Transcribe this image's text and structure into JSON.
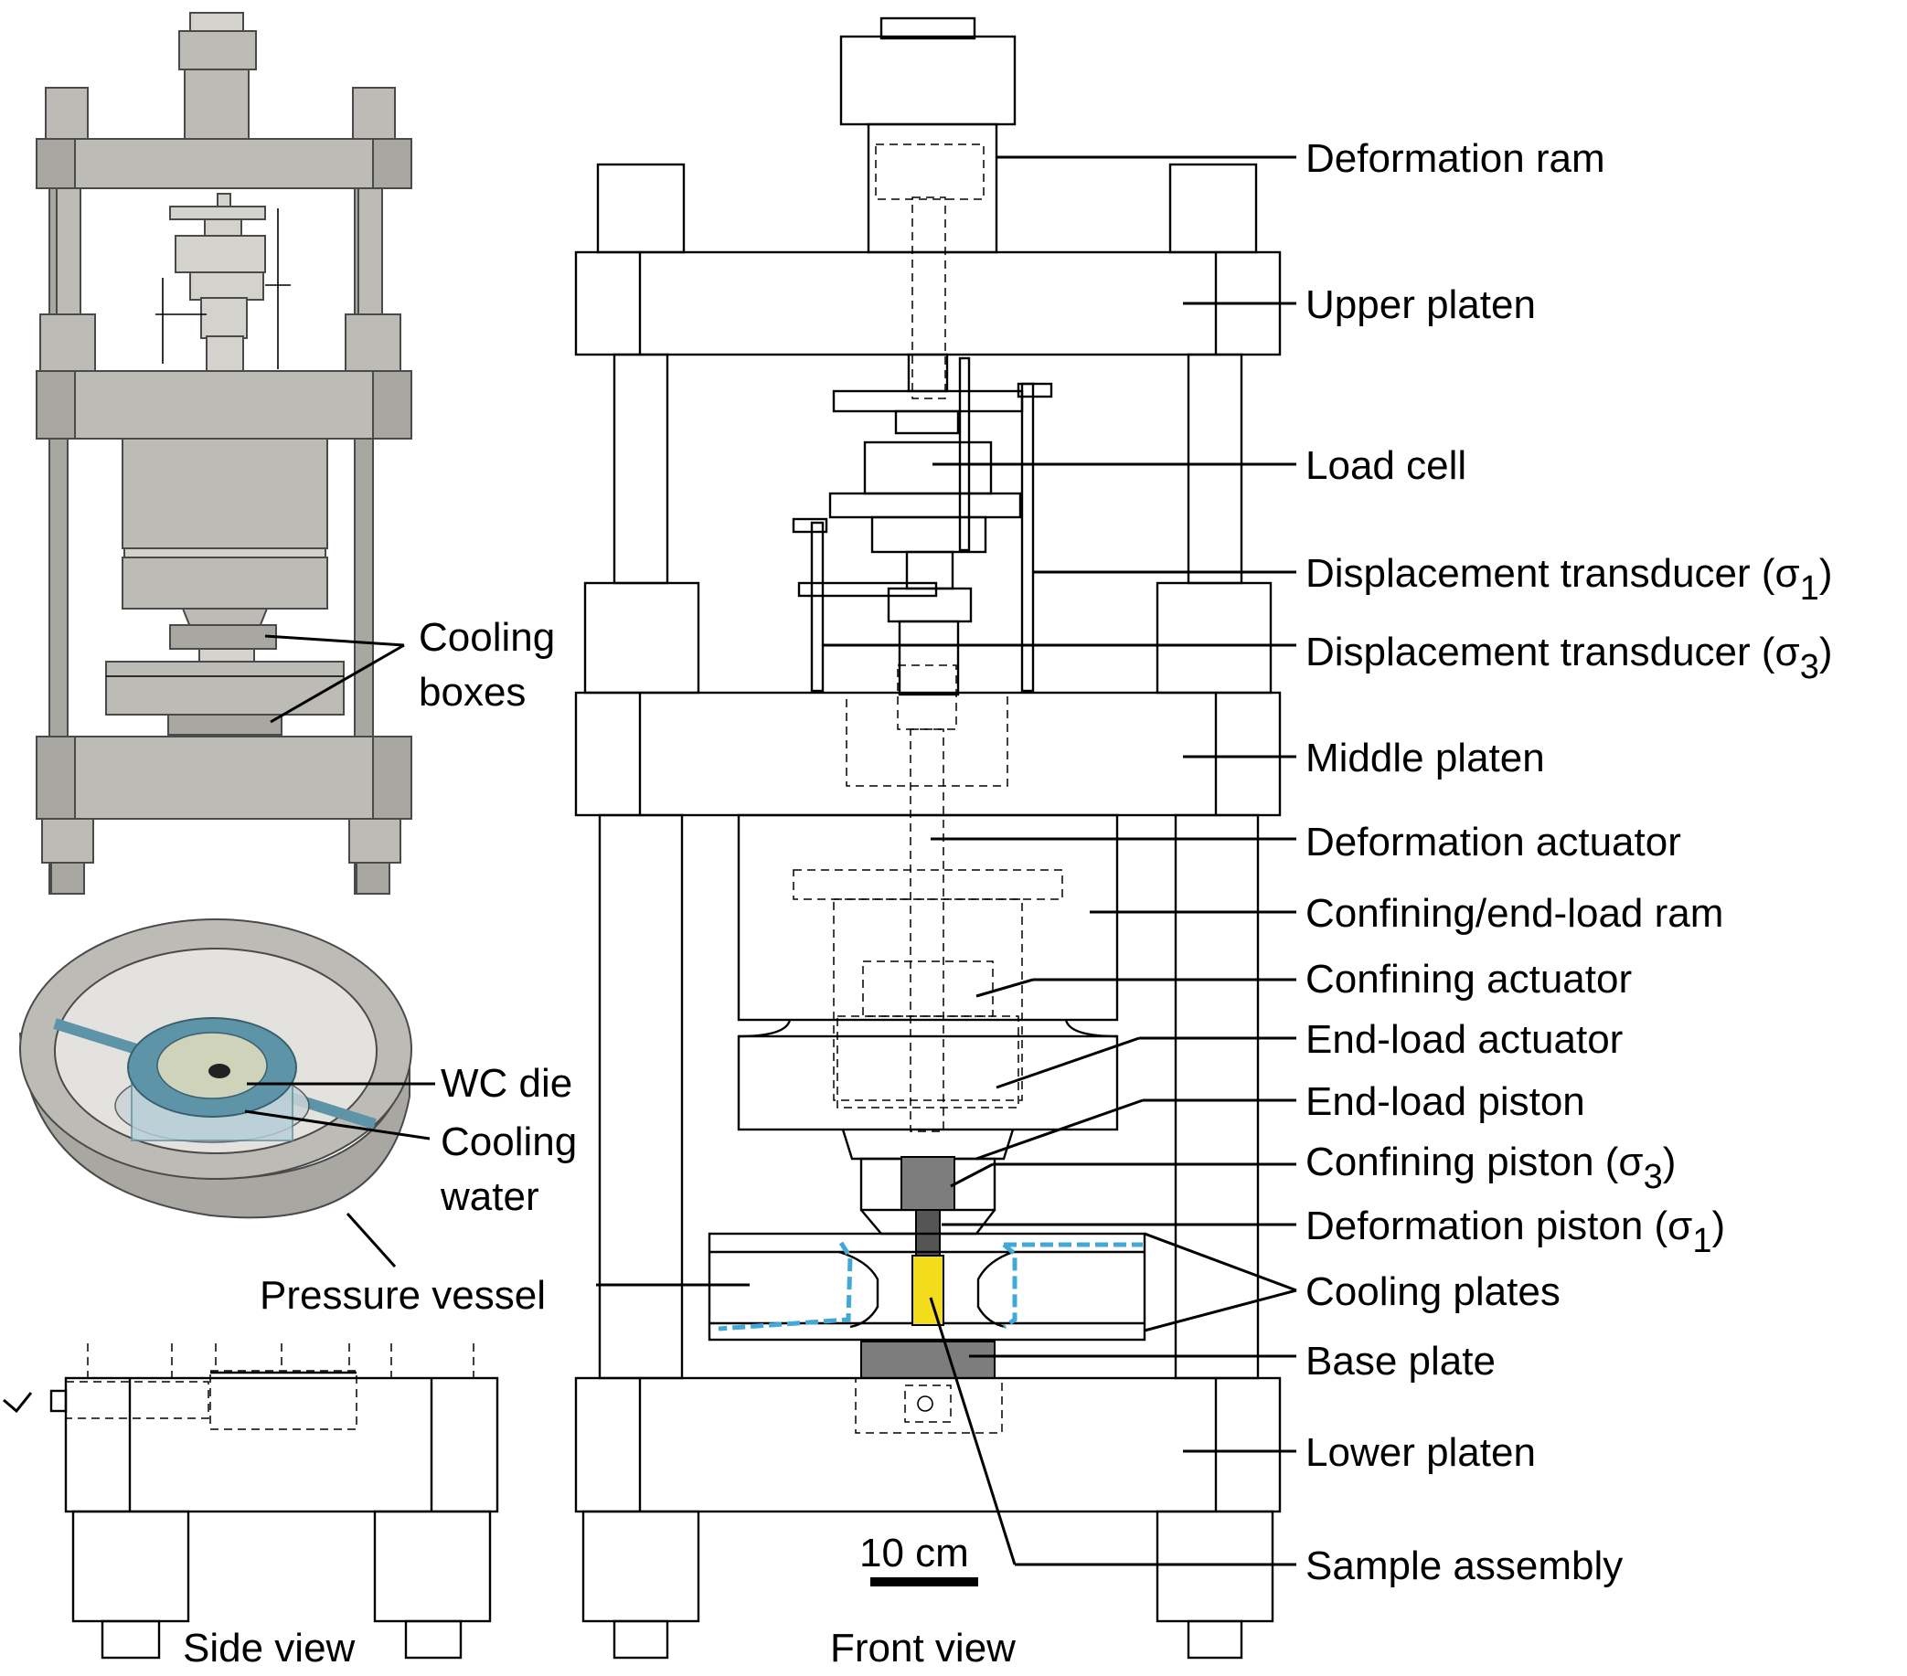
{
  "labels": {
    "deformation_ram": "Deformation ram",
    "upper_platen": "Upper platen",
    "load_cell": "Load cell",
    "transducer_s1_prefix": "Displacement transducer (σ",
    "transducer_s1_sub": "1",
    "transducer_s3_prefix": "Displacement transducer (σ",
    "transducer_s3_sub": "3",
    "middle_platen": "Middle platen",
    "deformation_actuator": "Deformation actuator",
    "confining_end_load_ram": "Confining/end-load ram",
    "confining_actuator": "Confining actuator",
    "end_load_actuator": "End-load actuator",
    "end_load_piston": "End-load piston",
    "confining_piston_prefix": "Confining piston (σ",
    "confining_piston_sub": "3",
    "deformation_piston_prefix": "Deformation piston (σ",
    "deformation_piston_sub": "1",
    "cooling_plates": "Cooling plates",
    "base_plate": "Base plate",
    "lower_platen": "Lower platen",
    "sample_assembly": "Sample assembly",
    "cooling_boxes_line1": "Cooling",
    "cooling_boxes_line2": "boxes",
    "wc_die": "WC die",
    "cooling_water_line1": "Cooling",
    "cooling_water_line2": "water",
    "pressure_vessel": "Pressure vessel",
    "side_view": "Side view",
    "front_view": "Front view",
    "scale_bar": "10 cm",
    "sub_close": ")"
  },
  "colors": {
    "sample": "#f2dc1c",
    "cooling_channel": "#41a9d8",
    "die_ring": "#5e94a8",
    "die_face": "#cfd3b9",
    "metal": "#bdbbb6"
  }
}
